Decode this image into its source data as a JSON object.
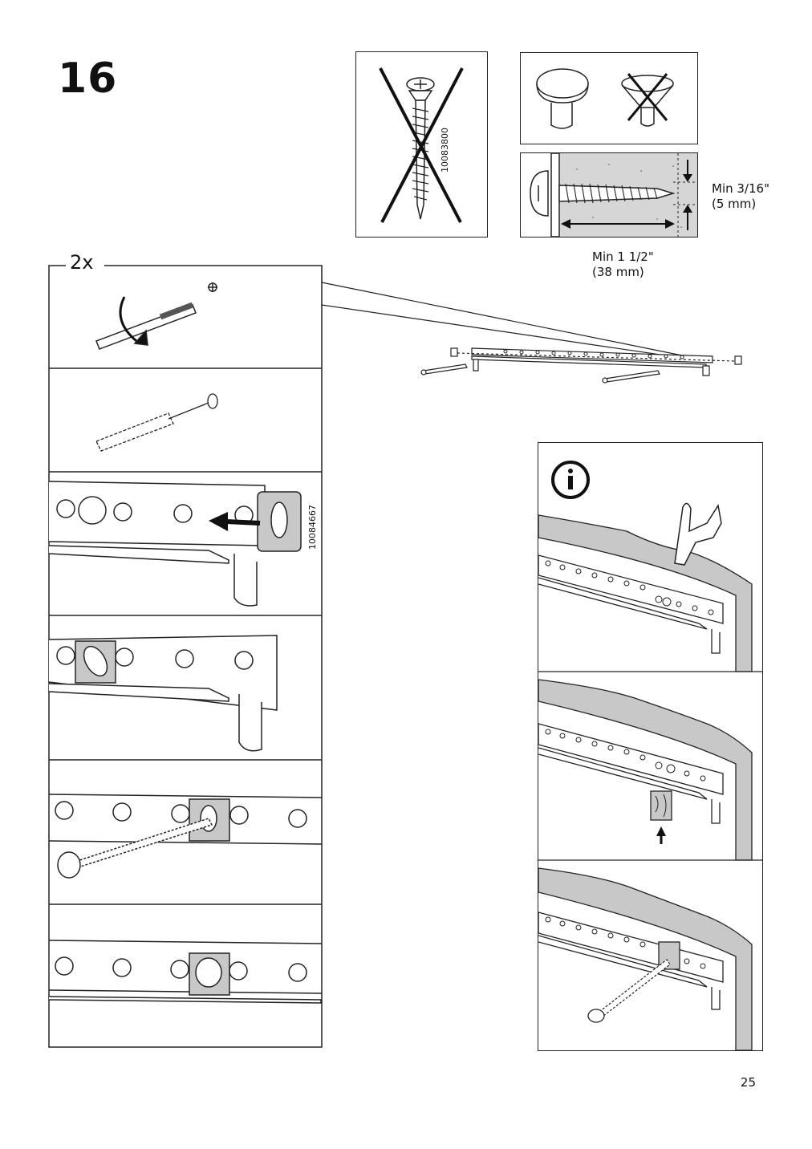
{
  "step": {
    "number": "16"
  },
  "screw_warning": {
    "part_code": "10083800"
  },
  "fastening": {
    "min_depth": {
      "line1": "Min 3/16\"",
      "line2": "(5 mm)"
    },
    "min_length": {
      "line1": "Min 1 1/2\"",
      "line2": "(38 mm)"
    }
  },
  "steps_panel": {
    "quantity": "2x",
    "part_code": "10084667"
  },
  "info_panel": {
    "icon": "info-icon"
  },
  "page": {
    "number": "25"
  }
}
